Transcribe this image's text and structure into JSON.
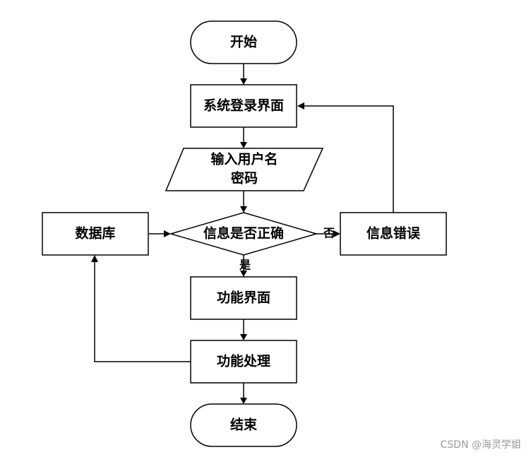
{
  "nodes": {
    "start": "开始",
    "login": "系统登录界面",
    "input_line1": "输入用户名",
    "input_line2": "密码",
    "check": "信息是否正确",
    "database": "数据库",
    "error": "信息错误",
    "function_ui": "功能界面",
    "function_proc": "功能处理",
    "end": "结束"
  },
  "edges": {
    "no": "否",
    "yes": "是"
  },
  "watermark": "CSDN @海灵学姐"
}
